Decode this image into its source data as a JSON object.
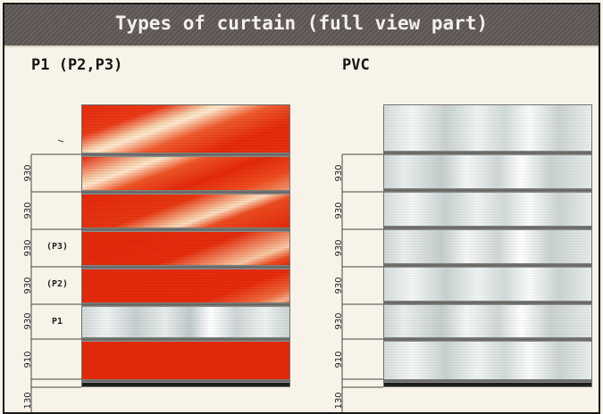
{
  "header": {
    "title": "Types of curtain (full view part)"
  },
  "left_panel": {
    "title": "P1 (P2,P3)",
    "dimensions": [
      "930",
      "930",
      "930",
      "930",
      "930",
      "910",
      "130"
    ],
    "slat_tags": [
      "(P3)",
      "(P2)",
      "P1"
    ],
    "slat_colors": {
      "red": "#e52a0c",
      "silver": "#d9dfdf"
    }
  },
  "right_panel": {
    "title": "PVC",
    "dimensions": [
      "930",
      "930",
      "930",
      "930",
      "930",
      "910",
      "130"
    ],
    "slat_color": "#e8eded"
  }
}
